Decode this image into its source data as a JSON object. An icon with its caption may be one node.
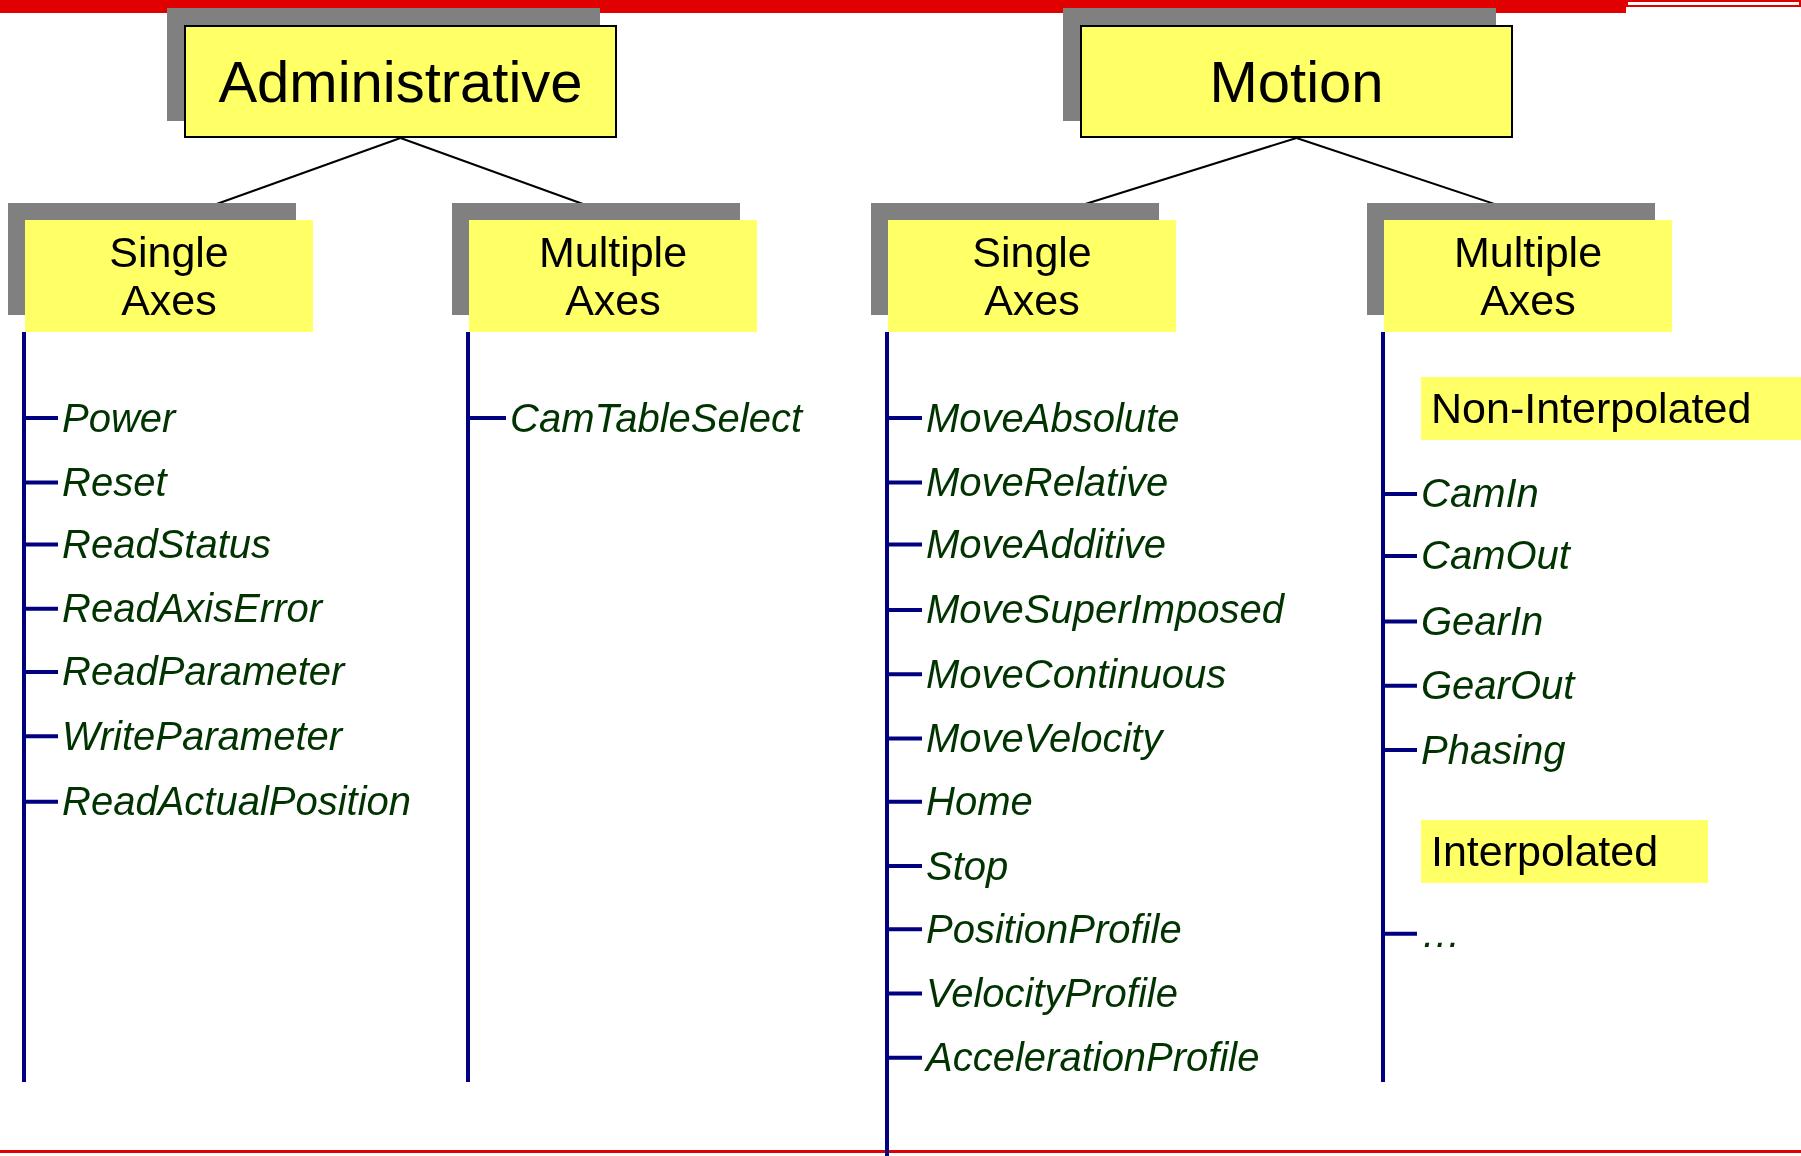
{
  "diagram": {
    "nodes": [
      {
        "text": [
          "Administrative"
        ]
      },
      {
        "text": [
          "Single Axes"
        ]
      },
      {
        "text": [
          "Power"
        ]
      },
      {
        "text": [
          "Reset"
        ]
      },
      {
        "text": [
          "ReadStatus"
        ]
      },
      {
        "text": [
          "ReadAxisError"
        ]
      },
      {
        "text": [
          "ReadParameter"
        ]
      },
      {
        "text": [
          "WriteParameter"
        ]
      },
      {
        "text": [
          "ReadActualPosition"
        ]
      },
      {
        "text": [
          "Multiple Axes"
        ]
      },
      {
        "text": [
          "CamTableSelect"
        ]
      },
      {
        "text": [
          "Motion"
        ]
      },
      {
        "text": [
          "Single Axes"
        ]
      },
      {
        "text": [
          "MoveAbsolute"
        ]
      },
      {
        "text": [
          "MoveRelative"
        ]
      },
      {
        "text": [
          "MoveAdditive"
        ]
      },
      {
        "text": [
          "MoveSuperImposed"
        ]
      },
      {
        "text": [
          "MoveContinuous"
        ]
      },
      {
        "text": [
          "MoveVelocity"
        ]
      },
      {
        "text": [
          "Home"
        ]
      },
      {
        "text": [
          "Stop"
        ]
      },
      {
        "text": [
          "PositionProfile"
        ]
      },
      {
        "text": [
          "VelocityProfile"
        ]
      },
      {
        "text": [
          "AccelerationProfile"
        ]
      },
      {
        "text": [
          "Multiple Axes"
        ]
      },
      {
        "text": [
          "Non-Interpolated"
        ]
      },
      {
        "text": [
          "CamIn"
        ]
      },
      {
        "text": [
          "CamOut"
        ]
      },
      {
        "text": [
          "GearIn"
        ]
      },
      {
        "text": [
          "GearOut"
        ]
      },
      {
        "text": [
          "Phasing"
        ]
      },
      {
        "text": [
          "Interpolated"
        ]
      },
      {
        "text": [
          "…"
        ]
      }
    ],
    "edges": [
      {
        "from": 0,
        "to": 1,
        "arrow": "to",
        "color": "#000000"
      },
      {
        "from": 0,
        "to": 9,
        "arrow": "to",
        "color": "#000000"
      },
      {
        "from": 11,
        "to": 12,
        "arrow": "to",
        "color": "#000000"
      },
      {
        "from": 11,
        "to": 24,
        "arrow": "to",
        "color": "#000000"
      },
      {
        "from": 1,
        "to": 2,
        "arrow": "none"
      },
      {
        "from": 1,
        "to": 3,
        "arrow": "none"
      },
      {
        "from": 1,
        "to": 4,
        "arrow": "none"
      },
      {
        "from": 1,
        "to": 5,
        "arrow": "none"
      },
      {
        "from": 1,
        "to": 6,
        "arrow": "none"
      },
      {
        "from": 1,
        "to": 7,
        "arrow": "none"
      },
      {
        "from": 1,
        "to": 8,
        "arrow": "none"
      },
      {
        "from": 9,
        "to": 10,
        "arrow": "none"
      },
      {
        "from": 12,
        "to": 13,
        "arrow": "none"
      },
      {
        "from": 12,
        "to": 14,
        "arrow": "none"
      },
      {
        "from": 12,
        "to": 15,
        "arrow": "none"
      },
      {
        "from": 12,
        "to": 16,
        "arrow": "none"
      },
      {
        "from": 12,
        "to": 17,
        "arrow": "none"
      },
      {
        "from": 12,
        "to": 18,
        "arrow": "none"
      },
      {
        "from": 12,
        "to": 19,
        "arrow": "none"
      },
      {
        "from": 12,
        "to": 20,
        "arrow": "none"
      },
      {
        "from": 12,
        "to": 21,
        "arrow": "none"
      },
      {
        "from": 12,
        "to": 22,
        "arrow": "none"
      },
      {
        "from": 12,
        "to": 23,
        "arrow": "none"
      },
      {
        "from": 24,
        "to": 26,
        "arrow": "none"
      },
      {
        "from": 24,
        "to": 27,
        "arrow": "none"
      },
      {
        "from": 24,
        "to": 28,
        "arrow": "none"
      },
      {
        "from": 24,
        "to": 29,
        "arrow": "none"
      },
      {
        "from": 24,
        "to": 30,
        "arrow": "none"
      },
      {
        "from": 24,
        "to": 32,
        "arrow": "none"
      }
    ]
  }
}
